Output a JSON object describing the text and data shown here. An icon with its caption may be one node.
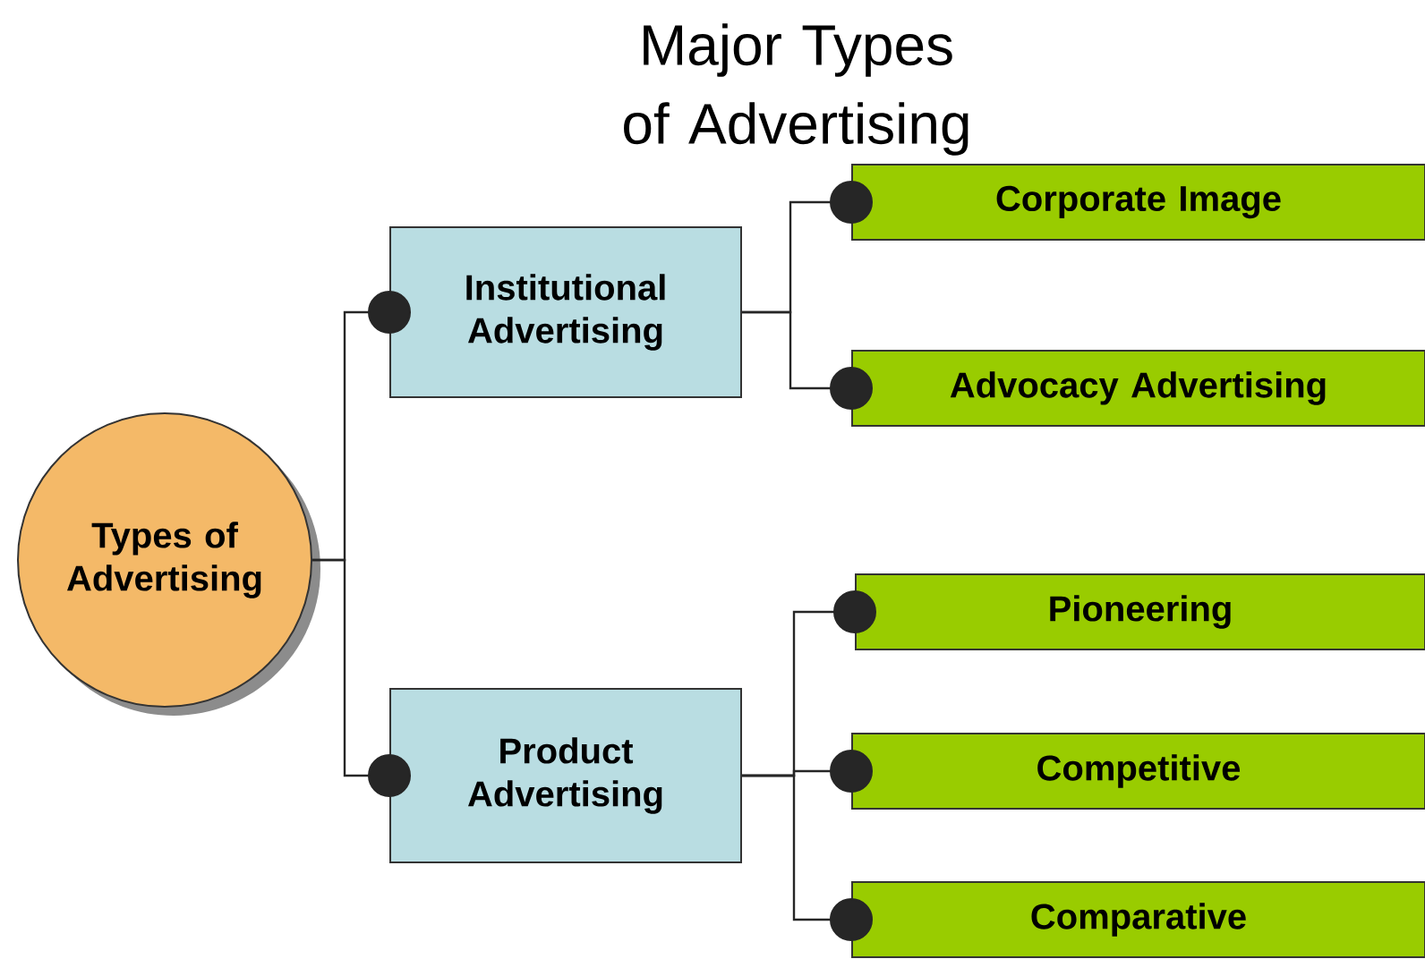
{
  "diagram": {
    "title": "Major Types of Advertising",
    "nodes": [
      {
        "text": [
          "Types of Advertising"
        ]
      },
      {
        "text": [
          "Institutional Advertising"
        ]
      },
      {
        "text": [
          "Product Advertising"
        ]
      },
      {
        "text": [
          "Corporate Image"
        ]
      },
      {
        "text": [
          "Advocacy Advertising"
        ]
      },
      {
        "text": [
          "Pioneering"
        ]
      },
      {
        "text": [
          "Competitive"
        ]
      },
      {
        "text": [
          "Comparative"
        ]
      }
    ],
    "edges": [
      {
        "from": 0,
        "to": 1,
        "arrow": "other"
      },
      {
        "from": 0,
        "to": 2,
        "arrow": "other"
      },
      {
        "from": 1,
        "to": 3,
        "arrow": "other"
      },
      {
        "from": 1,
        "to": 4,
        "arrow": "other"
      },
      {
        "from": 2,
        "to": 5,
        "arrow": "other"
      },
      {
        "from": 2,
        "to": 6,
        "arrow": "other"
      },
      {
        "from": 2,
        "to": 7,
        "arrow": "other"
      }
    ]
  }
}
